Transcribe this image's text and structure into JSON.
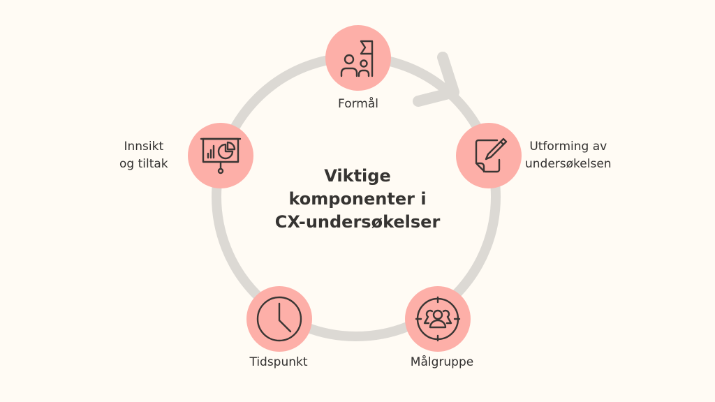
{
  "diagram": {
    "title_lines": [
      "Viktige",
      "komponenter i",
      "CX-undersøkelser"
    ],
    "colors": {
      "background": "#fffbf4",
      "ring": "#dcd9d4",
      "node_fill": "#fdafa8",
      "icon_stroke": "#3a3634",
      "text": "#333130"
    },
    "nodes": [
      {
        "id": "formal",
        "label_lines": [
          "Formål"
        ],
        "icon": "people-flag-icon"
      },
      {
        "id": "utforming",
        "label_lines": [
          "Utforming av",
          "undersøkelsen"
        ],
        "icon": "note-pencil-icon"
      },
      {
        "id": "malgruppe",
        "label_lines": [
          "Målgruppe"
        ],
        "icon": "target-group-icon"
      },
      {
        "id": "tidspunkt",
        "label_lines": [
          "Tidspunkt"
        ],
        "icon": "clock-icon"
      },
      {
        "id": "innsikt",
        "label_lines": [
          "Innsikt",
          "og tiltak"
        ],
        "icon": "presentation-chart-icon"
      }
    ],
    "flow_direction": "clockwise"
  }
}
